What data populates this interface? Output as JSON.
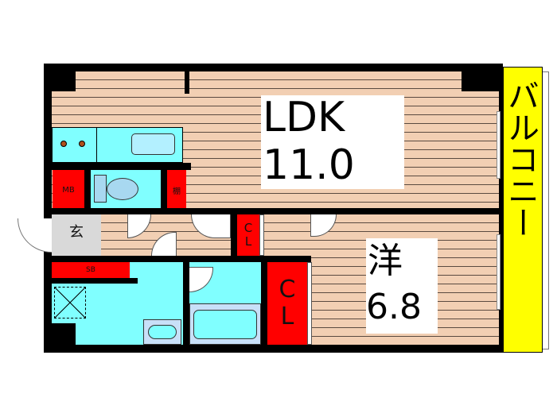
{
  "floorplan": {
    "ldk": {
      "label": "LDK",
      "size": "11.0"
    },
    "western_room": {
      "label": "洋",
      "size": "6.8"
    },
    "balcony": {
      "label": "バルコニー"
    },
    "entrance": {
      "label": "玄"
    },
    "meter_box": {
      "label": "MB"
    },
    "shelf": {
      "label": "棚"
    },
    "shoe_box": {
      "label": "SB"
    },
    "closet_small": {
      "label_1": "C",
      "label_2": "L"
    },
    "closet_large": {
      "label_1": "C",
      "label_2": "L"
    }
  },
  "colors": {
    "floor": "#f2cfb3",
    "wet_area": "#80ffff",
    "storage": "#ff0000",
    "balcony": "#ffff00",
    "entrance": "#d9d9d9",
    "wall": "#000000"
  }
}
